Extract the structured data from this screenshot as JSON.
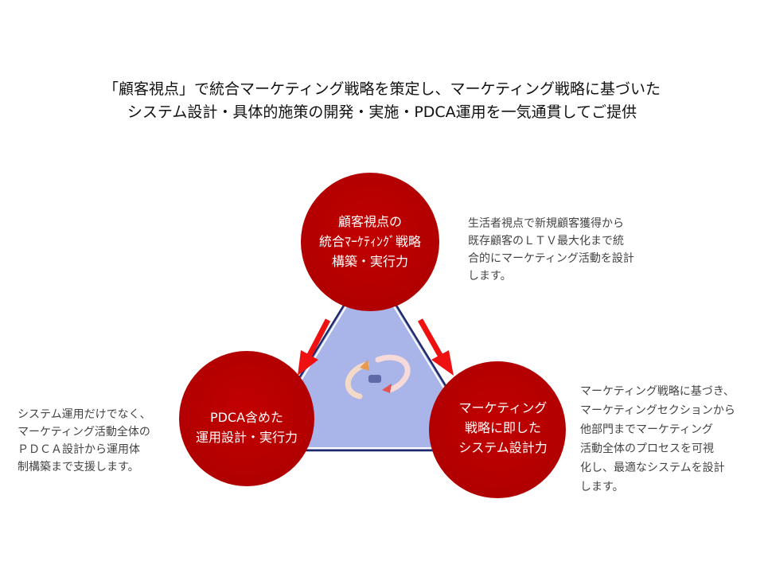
{
  "headline": {
    "line1": "「顧客視点」で統合マーケティング戦略を策定し、マーケティング戦略に基づいた",
    "line2": "システム設計・具体的施策の開発・実施・PDCA運用を一気通貫してご提供"
  },
  "circles": {
    "top": [
      "顧客視点の",
      "統合ﾏｰｹﾃｨﾝｸﾞ戦略",
      "構築・実行力"
    ],
    "left": [
      "PDCA含めた",
      "運用設計・実行力"
    ],
    "right": [
      "マーケティング",
      "戦略に即した",
      "システム設計力"
    ]
  },
  "descriptions": {
    "top": [
      "生活者視点で新規顧客獲得から",
      "既存顧客のＬＴＶ最大化まで統",
      "合的にマーケティング活動を設計",
      "します。"
    ],
    "left": [
      "システム運用だけでなく、",
      "マーケティング活動全体の",
      "ＰＤＣＡ設計から運用体",
      "制構築まで支援します。"
    ],
    "right": [
      "マーケティング戦略に基づき、",
      "マーケティングセクションから",
      "他部門までマーケティング",
      "活動全体のプロセスを可視",
      "化し、最適なシステムを設計",
      "します。"
    ]
  },
  "colors": {
    "circle": "#c00000",
    "triangle": "#a9b4e8",
    "arrow": "#ee1111",
    "outline": "#1f2a6b"
  }
}
